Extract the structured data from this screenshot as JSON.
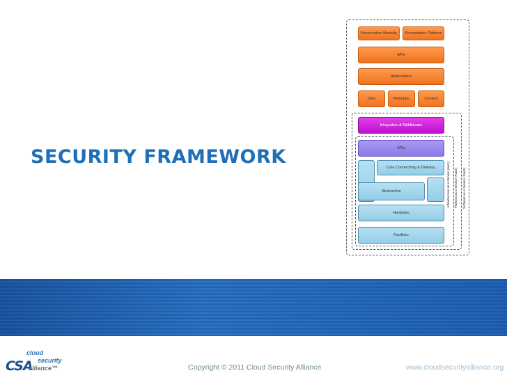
{
  "slide": {
    "title": "SECURITY FRAMEWORK"
  },
  "diagram": {
    "presentation_modality": "Presentation Modality",
    "presentation_platform": "Presentation Platform",
    "apis_top": "APIs",
    "applications": "Applications",
    "data": "Data",
    "metadata": "Metadata",
    "content": "Content",
    "integration_middleware": "Integration & Middleware",
    "apis_mid": "APIs",
    "core_connectivity": "Core Connectivity & Delivery",
    "abstraction": "Abstraction",
    "hardware": "Hardware",
    "facilities": "Facilities",
    "iaas_label": "Infrastructure as a Service (IaaS)",
    "paas_label": "Platform as a Service (PaaS)",
    "saas_label": "Software as a Service (SaaS)"
  },
  "footer": {
    "copyright": "Copyright © 2011 Cloud Security Alliance",
    "url": "www.cloudsecurityalliance.org",
    "logo": {
      "csa": "CSA",
      "line1": "cloud",
      "line2": "security",
      "line3": "alliance™"
    }
  },
  "colors": {
    "title": "#1e6fb5",
    "band": "#1f62ad",
    "orange": "#f0731f",
    "magenta": "#c011cc",
    "violet": "#8b79e6",
    "blue": "#93cde8"
  }
}
